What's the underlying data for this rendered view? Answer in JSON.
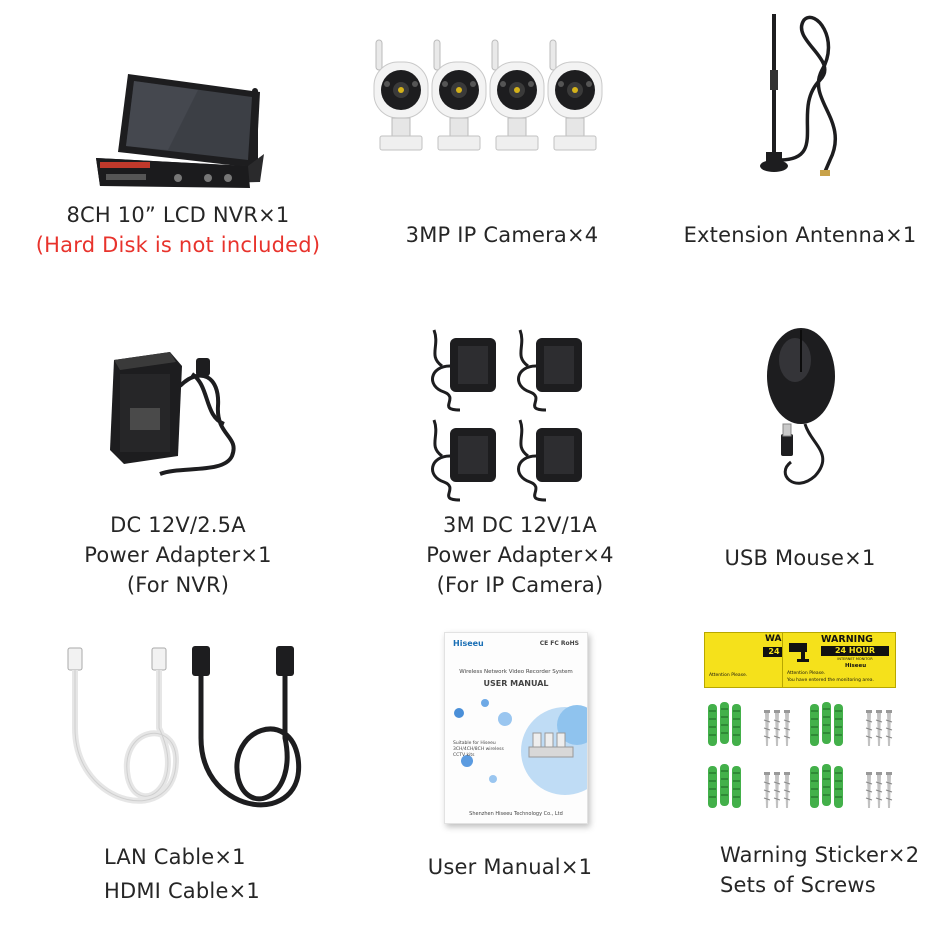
{
  "colors": {
    "caption": "#262626",
    "warning_note": "#e8332c",
    "sticker_yellow": "#f5e11b",
    "screw_anchor": "#43b04a",
    "device_black": "#1d1d1f",
    "cable_white": "#ececec"
  },
  "items": [
    {
      "icon": "lcd-nvr-icon",
      "lines": [
        "8CH 10” LCD NVR×1"
      ],
      "note": "(Hard Disk is not included)"
    },
    {
      "icon": "ip-camera-icon",
      "lines": [
        "3MP IP Camera×4"
      ]
    },
    {
      "icon": "antenna-icon",
      "lines": [
        "Extension Antenna×1"
      ]
    },
    {
      "icon": "nvr-power-adapter-icon",
      "lines": [
        "DC 12V/2.5A",
        "Power Adapter×1",
        "(For NVR)"
      ]
    },
    {
      "icon": "camera-power-adapter-icon",
      "lines": [
        "3M DC 12V/1A",
        "Power Adapter×4",
        "(For IP Camera)"
      ]
    },
    {
      "icon": "usb-mouse-icon",
      "lines": [
        "USB Mouse×1"
      ]
    },
    {
      "icon": "cables-icon",
      "lines": [
        "LAN Cable×1",
        "HDMI Cable×1"
      ]
    },
    {
      "icon": "user-manual-icon",
      "lines": [
        "User Manual×1"
      ]
    },
    {
      "icon": "sticker-screws-icon",
      "lines": [
        "Warning Sticker×2",
        "Sets of Screws"
      ]
    }
  ],
  "manual": {
    "brand": "Hiseeu",
    "certs": "CE FC RoHS",
    "subtitle": "Wireless Network Video Recorder System",
    "title": "USER MANUAL",
    "note": "Suitable for Hiseeu 3CH/4CH/8CH wireless CCTV kits",
    "footer": "Shenzhen Hiseeu Technology Co., Ltd"
  },
  "sticker": {
    "heading": "WARNING",
    "heading_short": "WAI",
    "band": "24 HOUR",
    "band_short": "24",
    "band_sub": "INTERNET MONITOR",
    "brand": "Hiseeu",
    "notice": "Attention Please.",
    "notice2": "You have entered the monitoring area."
  }
}
